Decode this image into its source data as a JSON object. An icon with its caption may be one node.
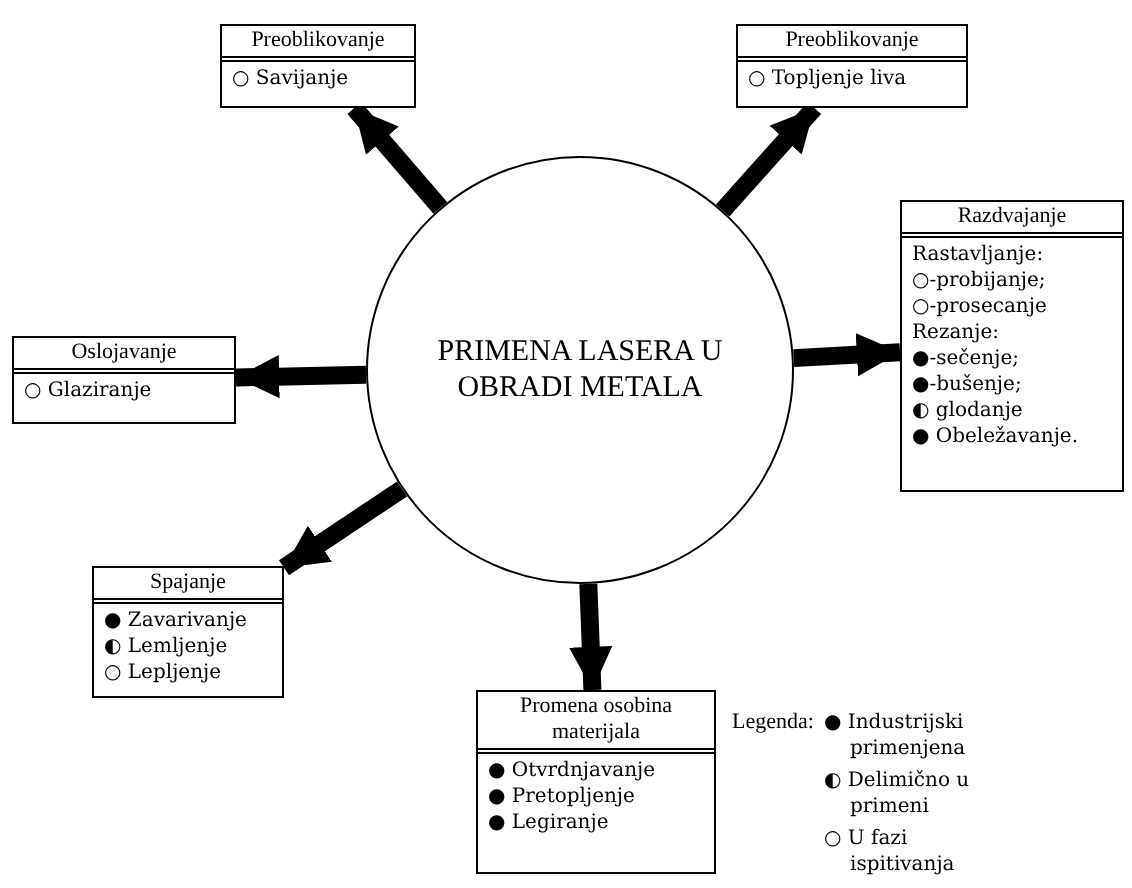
{
  "diagram": {
    "nodes": [
      {
        "text": [
          "PRIMENA LASERA U OBRADI METALA"
        ]
      },
      {
        "text": [
          "Preoblikovanje",
          "○ Savijanje"
        ]
      },
      {
        "text": [
          "Preoblikovanje",
          "○ Topljenje liva"
        ]
      },
      {
        "text": [
          "Razdvajanje",
          "Rastavljanje:",
          "○-probijanje;",
          "○-prosecanje",
          "Rezanje:",
          "●-sečenje;",
          "●-bušenje;",
          "◐ glodanje",
          "● Obeležavanje."
        ]
      },
      {
        "text": [
          "Oslojavanje",
          "○ Glaziranje"
        ]
      },
      {
        "text": [
          "Spajanje",
          "● Zavarivanje",
          "◐ Lemljenje",
          "○ Lepljenje"
        ]
      },
      {
        "text": [
          "Promena osobina materijala",
          "● Otvrdnjavanje",
          "● Pretopljenje",
          "● Legiranje"
        ]
      }
    ],
    "edges": [
      {
        "from": 0,
        "to": 1,
        "arrow": "to"
      },
      {
        "from": 0,
        "to": 2,
        "arrow": "to"
      },
      {
        "from": 0,
        "to": 3,
        "arrow": "to"
      },
      {
        "from": 0,
        "to": 4,
        "arrow": "to"
      },
      {
        "from": 0,
        "to": 5,
        "arrow": "to"
      },
      {
        "from": 0,
        "to": 6,
        "arrow": "to"
      }
    ],
    "labels": [
      "Legenda:"
    ],
    "legend": [
      {
        "text": "● Industrijski primenjena"
      },
      {
        "text": "◐ Delimično u primeni"
      },
      {
        "text": "○ U fazi ispitivanja"
      }
    ]
  }
}
